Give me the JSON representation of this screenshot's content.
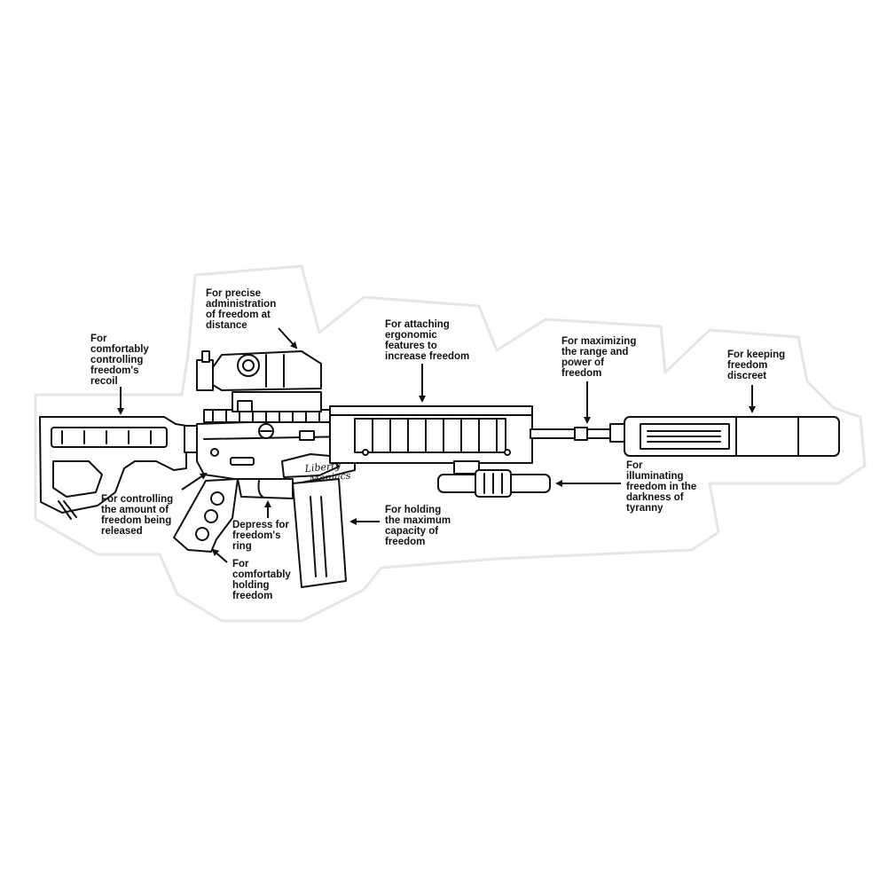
{
  "callouts": {
    "recoil": "For\ncomfortably\ncontrolling\nfreedom's\nrecoil",
    "optic": "For precise\nadministration\nof freedom at\ndistance",
    "rail": "For attaching\nergonomic\nfeatures to\nincrease freedom",
    "barrel": "For maximizing\nthe range and\npower of\nfreedom",
    "suppressor": "For keeping\nfreedom\ndiscreet",
    "light": "For\nilluminating\nfreedom in the\ndarkness of\ntyranny",
    "magazine": "For holding\nthe maximum\ncapacity of\nfreedom",
    "selector": "For controlling\nthe amount of\nfreedom being\nreleased",
    "trigger": "Depress for\nfreedom's\nring",
    "grip": "For\ncomfortably\nholding\nfreedom"
  },
  "logo": {
    "line1": "Liberty",
    "line2": "Maniacs"
  },
  "colors": {
    "ink": "#111111",
    "sticker_border": "#e6e6e6",
    "background": "#ffffff"
  }
}
